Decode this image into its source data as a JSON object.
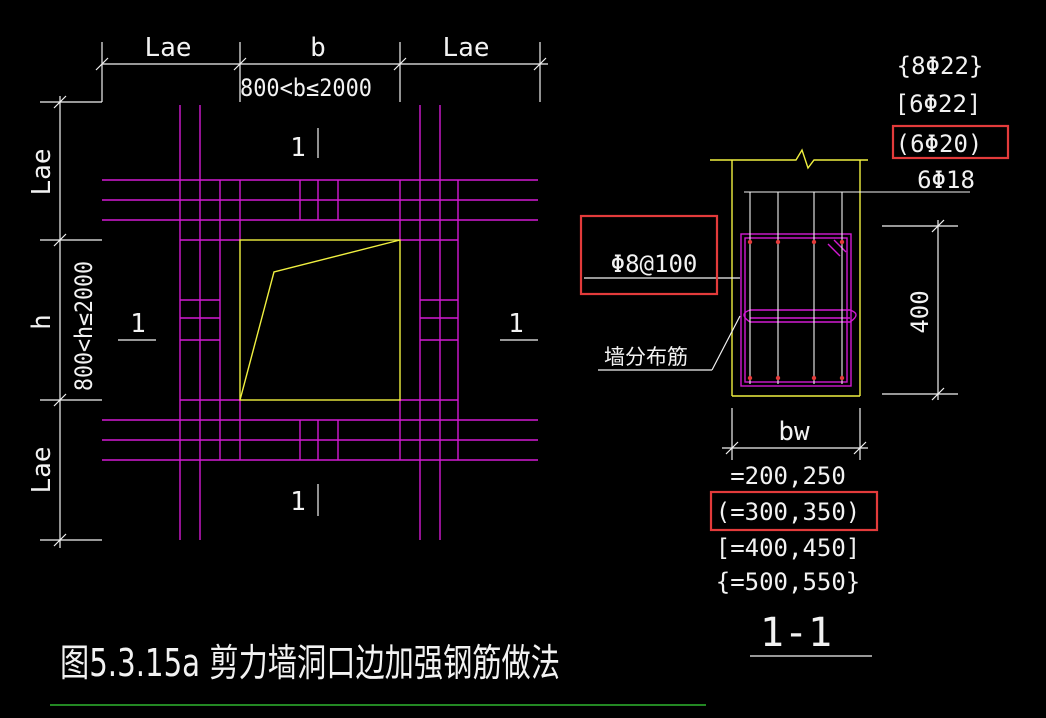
{
  "dims": {
    "top_left": "Lae",
    "top_mid": "b",
    "top_right": "Lae",
    "b_range": "800<b≤2000",
    "left_top": "Lae",
    "left_mid": "h",
    "h_range": "800<h≤2000",
    "left_bottom": "Lae"
  },
  "section_marks": {
    "top": "1",
    "bottom": "1",
    "left": "1",
    "right": "1"
  },
  "section": {
    "rebar_options": [
      "{8Φ22}",
      "[6Φ22]",
      "(6Φ20)",
      "6Φ18"
    ],
    "stirrup": "Φ8@100",
    "wall_bar_label": "墙分布筋",
    "height": "400",
    "width_label": "bw",
    "width_options": [
      "=200,250",
      "(=300,350)",
      "[=400,450]",
      "{=500,550}"
    ],
    "title": "1-1"
  },
  "figure_title": "图5.3.15a  剪力墙洞口边加强钢筋做法",
  "colors": {
    "background": "#000000",
    "dimension": "#f2f2f2",
    "rebar": "#d21ad2",
    "concrete": "#f0f040",
    "highlight": "#e33b3b",
    "underline": "#2fb62f"
  }
}
